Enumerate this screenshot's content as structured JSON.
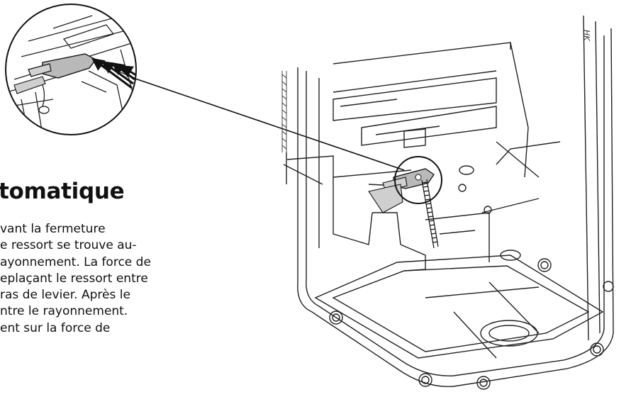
{
  "document": {
    "heading": "tomatique",
    "body_lines": [
      "vant la fermeture",
      "e ressort se trouve au-",
      "ayonnement. La force de",
      "eplaçant le ressort entre",
      "ras de levier. Après le",
      "ntre le rayonnement.",
      "ent sur la force de"
    ],
    "figure_initials": "HK"
  }
}
